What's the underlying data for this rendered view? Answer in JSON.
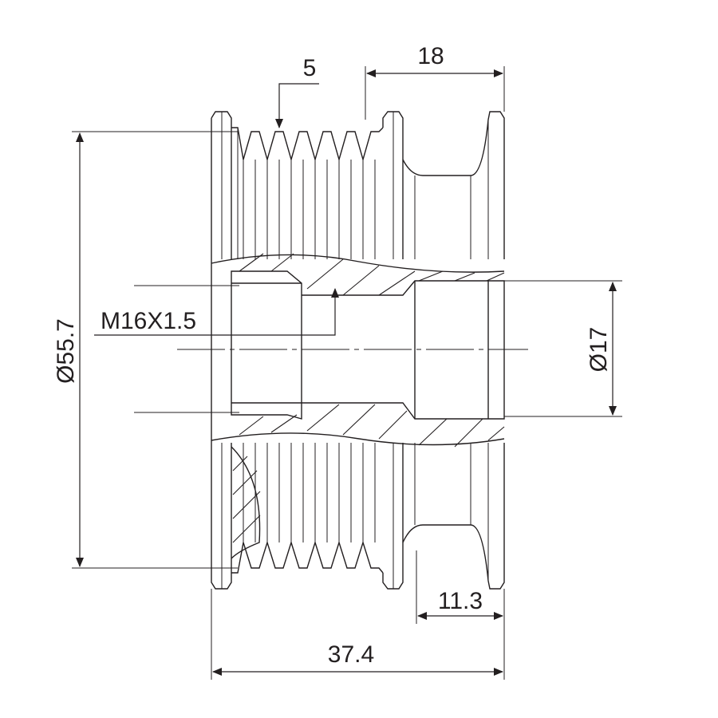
{
  "drawing": {
    "title": "Overrunning alternator pulley dimensions",
    "dimensions": {
      "groove_pitch": "5",
      "hub_width": "18",
      "outer_diameter": "Ø55.7",
      "thread": "M16X1.5",
      "bore_diameter": "Ø17",
      "flange_width": "11.3",
      "overall_width": "37.4"
    },
    "colors": {
      "line": "#231f20",
      "background": "#ffffff"
    }
  }
}
